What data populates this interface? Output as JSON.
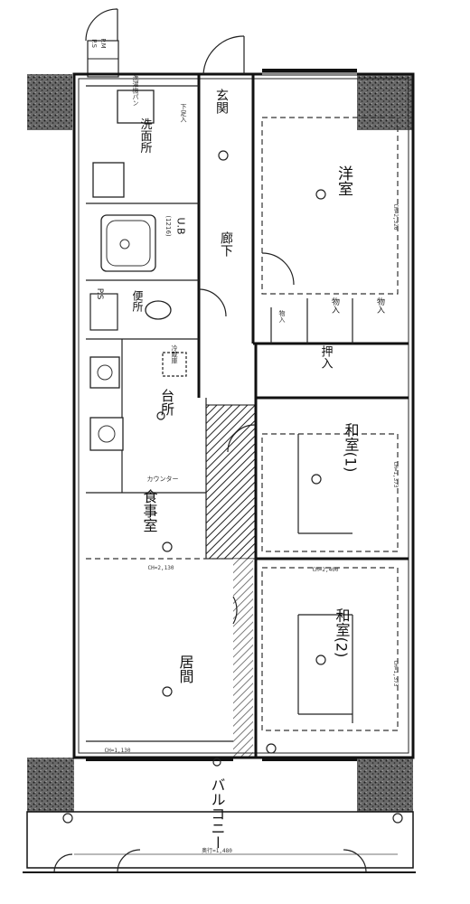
{
  "rooms": {
    "genkan": "玄関",
    "yoshitsu": "洋室",
    "senmenjo": "洗面所",
    "ub": "U.B",
    "ub_size": "(1216)",
    "roka": "廊下",
    "ps": "P.S",
    "toilet": "便所",
    "daidokoro": "台所",
    "shokujishitsu": "食事室",
    "washitsu1": "和室(1)",
    "washitsu2": "和室(2)",
    "ima": "居間",
    "balcony": "バルコニー",
    "pm": "P.M",
    "psb": "P.S"
  },
  "storage": {
    "oshiire": "押入",
    "monoire1": "物入",
    "monoire2": "物入",
    "shoes": "下足入",
    "monoire_small": "物入"
  },
  "notes": {
    "wash_machine": "洗濯機パン",
    "counter": "カウンター",
    "refrigerator": "冷蔵庫"
  },
  "dimensions": {
    "yoshitsu_h": "CH=2,320",
    "shoku_w": "CH=2,130",
    "washitsu_w": "CH=2,400",
    "washitsu_h1": "CH=1,373",
    "washitsu_h2": "CH=1,373",
    "ima_w": "CH=1,130",
    "balcony_w": "奥行=1,480"
  }
}
